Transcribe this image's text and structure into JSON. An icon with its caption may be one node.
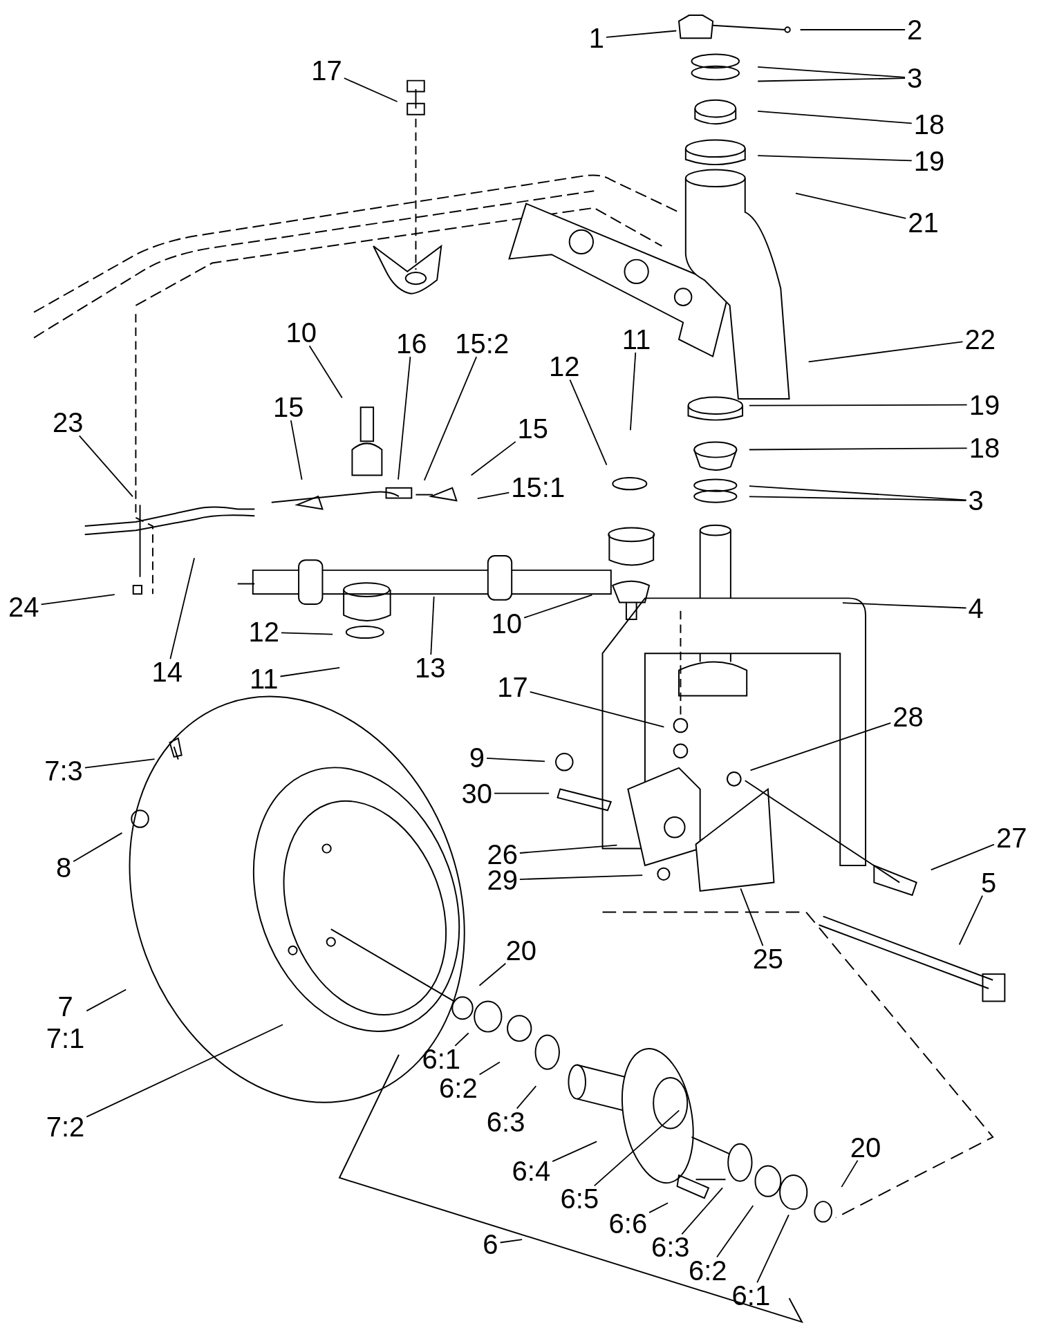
{
  "diagram": {
    "nodes": [
      {
        "text": [
          "1"
        ]
      },
      {
        "text": [
          "2"
        ]
      },
      {
        "text": [
          "17"
        ]
      },
      {
        "text": [
          "3"
        ]
      },
      {
        "text": [
          "18"
        ]
      },
      {
        "text": [
          "19"
        ]
      },
      {
        "text": [
          "21"
        ]
      },
      {
        "text": [
          "10"
        ]
      },
      {
        "text": [
          "11"
        ]
      },
      {
        "text": [
          "22"
        ]
      },
      {
        "text": [
          "16"
        ]
      },
      {
        "text": [
          "15:2"
        ]
      },
      {
        "text": [
          "12"
        ]
      },
      {
        "text": [
          "19"
        ]
      },
      {
        "text": [
          "15"
        ]
      },
      {
        "text": [
          "23"
        ]
      },
      {
        "text": [
          "15"
        ]
      },
      {
        "text": [
          "18"
        ]
      },
      {
        "text": [
          "15:1"
        ]
      },
      {
        "text": [
          "3"
        ]
      },
      {
        "text": [
          "24"
        ]
      },
      {
        "text": [
          "4"
        ]
      },
      {
        "text": [
          "10"
        ]
      },
      {
        "text": [
          "12"
        ]
      },
      {
        "text": [
          "13"
        ]
      },
      {
        "text": [
          "14"
        ]
      },
      {
        "text": [
          "11"
        ]
      },
      {
        "text": [
          "17"
        ]
      },
      {
        "text": [
          "28"
        ]
      },
      {
        "text": [
          "9"
        ]
      },
      {
        "text": [
          "7:3"
        ]
      },
      {
        "text": [
          "30"
        ]
      },
      {
        "text": [
          "27"
        ]
      },
      {
        "text": [
          "26"
        ]
      },
      {
        "text": [
          "8"
        ]
      },
      {
        "text": [
          "29"
        ]
      },
      {
        "text": [
          "5"
        ]
      },
      {
        "text": [
          "20"
        ]
      },
      {
        "text": [
          "25"
        ]
      },
      {
        "text": [
          "7",
          "7:1"
        ]
      },
      {
        "text": [
          "7:2"
        ]
      },
      {
        "text": [
          "6:1"
        ]
      },
      {
        "text": [
          "6:2"
        ]
      },
      {
        "text": [
          "6:3"
        ]
      },
      {
        "text": [
          "20"
        ]
      },
      {
        "text": [
          "6:4"
        ]
      },
      {
        "text": [
          "6:5"
        ]
      },
      {
        "text": [
          "6:6"
        ]
      },
      {
        "text": [
          "6"
        ]
      },
      {
        "text": [
          "6:3"
        ]
      },
      {
        "text": [
          "6:2"
        ]
      },
      {
        "text": [
          "6:1"
        ]
      }
    ],
    "edges": [
      {
        "from": 0,
        "to": null,
        "arrow": "none"
      },
      {
        "from": 1,
        "to": null,
        "arrow": "none"
      },
      {
        "from": 2,
        "to": null,
        "arrow": "none"
      },
      {
        "from": 3,
        "to": null,
        "arrow": "none"
      },
      {
        "from": 3,
        "to": null,
        "arrow": "none"
      },
      {
        "from": 4,
        "to": null,
        "arrow": "none"
      },
      {
        "from": 5,
        "to": null,
        "arrow": "none"
      },
      {
        "from": 6,
        "to": null,
        "arrow": "none"
      },
      {
        "from": 7,
        "to": null,
        "arrow": "none"
      },
      {
        "from": 8,
        "to": null,
        "arrow": "none"
      },
      {
        "from": 9,
        "to": null,
        "arrow": "none"
      },
      {
        "from": 10,
        "to": null,
        "arrow": "none"
      },
      {
        "from": 11,
        "to": null,
        "arrow": "none"
      },
      {
        "from": 12,
        "to": null,
        "arrow": "none"
      },
      {
        "from": 13,
        "to": null,
        "arrow": "none"
      },
      {
        "from": 14,
        "to": null,
        "arrow": "none"
      },
      {
        "from": 15,
        "to": null,
        "arrow": "none"
      },
      {
        "from": 16,
        "to": null,
        "arrow": "none"
      },
      {
        "from": 17,
        "to": null,
        "arrow": "none"
      },
      {
        "from": 18,
        "to": null,
        "arrow": "none"
      },
      {
        "from": 19,
        "to": null,
        "arrow": "none"
      },
      {
        "from": 19,
        "to": null,
        "arrow": "none"
      },
      {
        "from": 20,
        "to": null,
        "arrow": "none"
      },
      {
        "from": 21,
        "to": null,
        "arrow": "none"
      },
      {
        "from": 22,
        "to": null,
        "arrow": "none"
      },
      {
        "from": 23,
        "to": null,
        "arrow": "none"
      },
      {
        "from": 24,
        "to": null,
        "arrow": "none"
      },
      {
        "from": 25,
        "to": null,
        "arrow": "none"
      },
      {
        "from": 26,
        "to": null,
        "arrow": "none"
      },
      {
        "from": 27,
        "to": null,
        "arrow": "none"
      },
      {
        "from": 28,
        "to": null,
        "arrow": "none"
      },
      {
        "from": 29,
        "to": null,
        "arrow": "none"
      },
      {
        "from": 30,
        "to": null,
        "arrow": "none"
      },
      {
        "from": 31,
        "to": null,
        "arrow": "none"
      },
      {
        "from": 32,
        "to": null,
        "arrow": "none"
      },
      {
        "from": 33,
        "to": null,
        "arrow": "none"
      },
      {
        "from": 34,
        "to": null,
        "arrow": "none"
      },
      {
        "from": 35,
        "to": null,
        "arrow": "none"
      },
      {
        "from": 36,
        "to": null,
        "arrow": "none"
      },
      {
        "from": 37,
        "to": null,
        "arrow": "none"
      },
      {
        "from": 38,
        "to": null,
        "arrow": "none"
      },
      {
        "from": 39,
        "to": null,
        "arrow": "none"
      },
      {
        "from": 40,
        "to": null,
        "arrow": "none"
      },
      {
        "from": 41,
        "to": null,
        "arrow": "none"
      },
      {
        "from": 42,
        "to": null,
        "arrow": "none"
      },
      {
        "from": 43,
        "to": null,
        "arrow": "none"
      },
      {
        "from": 44,
        "to": null,
        "arrow": "none"
      },
      {
        "from": 45,
        "to": null,
        "arrow": "none"
      },
      {
        "from": 46,
        "to": null,
        "arrow": "none"
      },
      {
        "from": 47,
        "to": null,
        "arrow": "none"
      },
      {
        "from": 48,
        "to": null,
        "arrow": "none"
      },
      {
        "from": 49,
        "to": null,
        "arrow": "none"
      },
      {
        "from": 50,
        "to": null,
        "arrow": "none"
      },
      {
        "from": 51,
        "to": null,
        "arrow": "none"
      }
    ]
  }
}
